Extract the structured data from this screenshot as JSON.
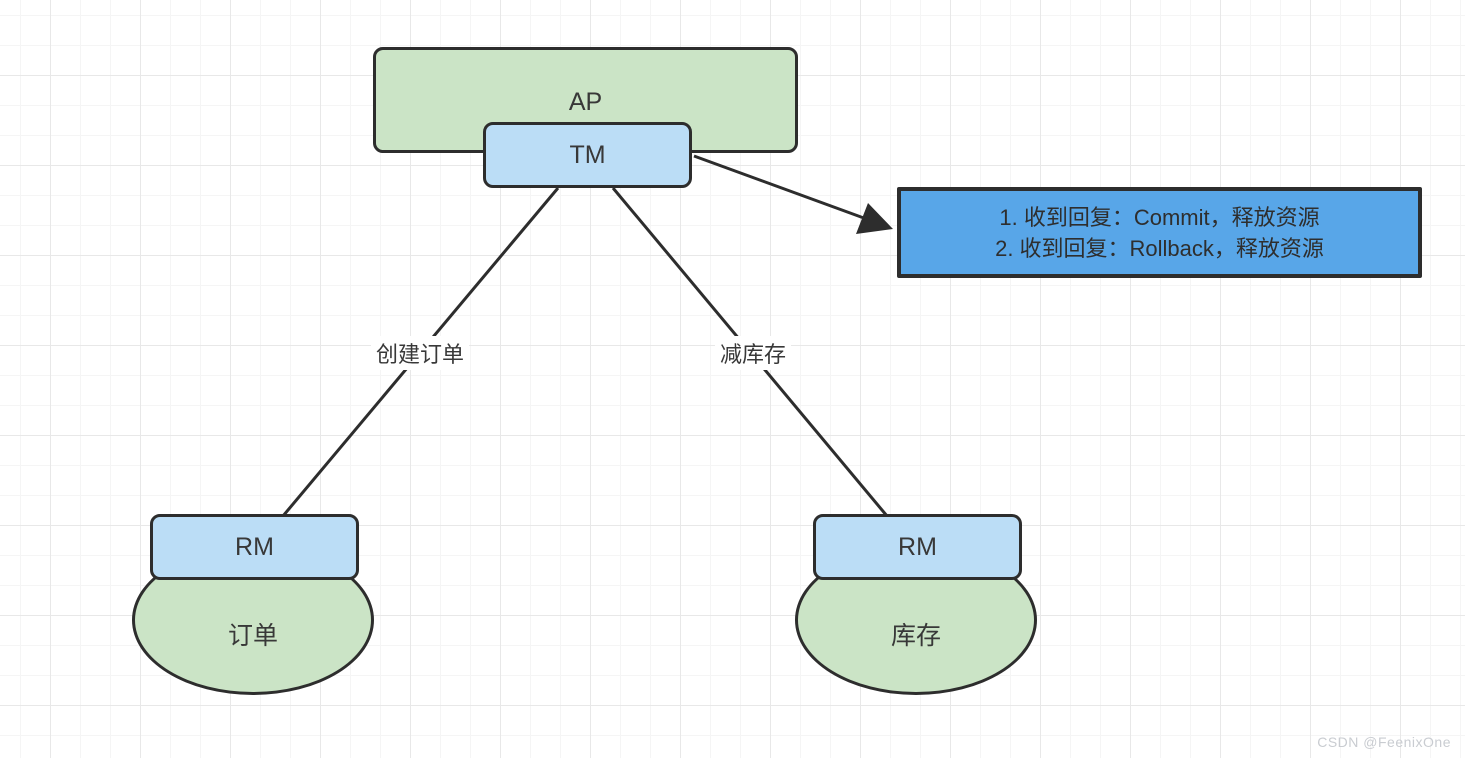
{
  "diagram": {
    "ap": {
      "label": "AP"
    },
    "tm": {
      "label": "TM"
    },
    "note": {
      "line1": "1. 收到回复：Commit，释放资源",
      "line2": "2. 收到回复：Rollback，释放资源"
    },
    "edges": {
      "create_order_label": "创建订单",
      "reduce_stock_label": "减库存"
    },
    "rm_left": {
      "label": "RM",
      "resource": "订单"
    },
    "rm_right": {
      "label": "RM",
      "resource": "库存"
    },
    "watermark": "CSDN @FeenixOne",
    "colors": {
      "green_fill": "#cbe4c6",
      "blue_fill": "#bbddf6",
      "note_fill": "#58a6e8",
      "stroke": "#2d2d2d",
      "text": "#383838",
      "watermark": "#c9ccd1"
    }
  }
}
